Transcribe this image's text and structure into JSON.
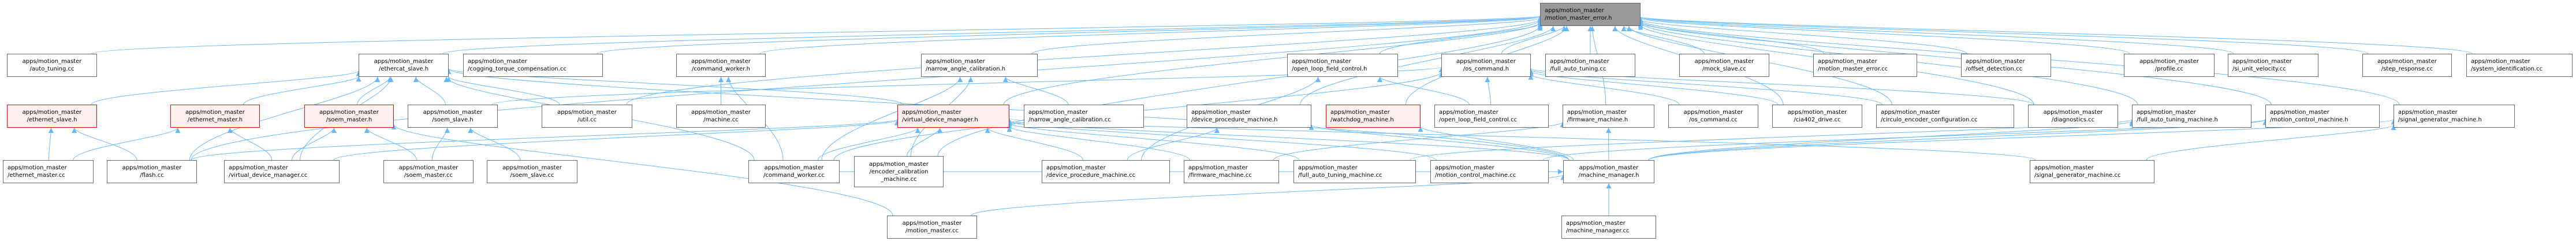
{
  "graph": {
    "title": "apps/motion_master/motion_master_error.h include dependency graph (included by)",
    "colors": {
      "edge": "#63b8ff",
      "node_border": "#666666",
      "node_fill": "#ffffff",
      "root_fill": "#999999",
      "truncated_border": "#ff0000",
      "truncated_fill": "#fff0f0"
    },
    "root": "motion_master_error_h",
    "nodes": [
      {
        "id": "motion_master_error_h",
        "lines": [
          "apps/motion_master",
          "/motion_master_error.h"
        ],
        "style": "root"
      },
      {
        "id": "auto_tuning_cc",
        "lines": [
          "apps/motion_master",
          "/auto_tuning.cc"
        ],
        "style": "normal"
      },
      {
        "id": "ethercat_slave_h",
        "lines": [
          "apps/motion_master",
          "/ethercat_slave.h"
        ],
        "style": "normal"
      },
      {
        "id": "cogging_torque_compensation_cc",
        "lines": [
          "apps/motion_master",
          "/cogging_torque_compensation.cc"
        ],
        "style": "normal"
      },
      {
        "id": "command_worker_h",
        "lines": [
          "apps/motion_master",
          "/command_worker.h"
        ],
        "style": "normal"
      },
      {
        "id": "narrow_angle_calibration_h",
        "lines": [
          "apps/motion_master",
          "/narrow_angle_calibration.h"
        ],
        "style": "normal"
      },
      {
        "id": "open_loop_field_control_h",
        "lines": [
          "apps/motion_master",
          "/open_loop_field_control.h"
        ],
        "style": "normal"
      },
      {
        "id": "os_command_h",
        "lines": [
          "apps/motion_master",
          "/os_command.h"
        ],
        "style": "normal"
      },
      {
        "id": "full_auto_tuning_cc",
        "lines": [
          "apps/motion_master",
          "/full_auto_tuning.cc"
        ],
        "style": "normal"
      },
      {
        "id": "mock_slave_cc",
        "lines": [
          "apps/motion_master",
          "/mock_slave.cc"
        ],
        "style": "normal"
      },
      {
        "id": "motion_master_error_cc",
        "lines": [
          "apps/motion_master",
          "/motion_master_error.cc"
        ],
        "style": "normal"
      },
      {
        "id": "offset_detection_cc",
        "lines": [
          "apps/motion_master",
          "/offset_detection.cc"
        ],
        "style": "normal"
      },
      {
        "id": "profile_cc",
        "lines": [
          "apps/motion_master",
          "/profile.cc"
        ],
        "style": "normal"
      },
      {
        "id": "si_unit_velocity_cc",
        "lines": [
          "apps/motion_master",
          "/si_unit_velocity.cc"
        ],
        "style": "normal"
      },
      {
        "id": "step_response_cc",
        "lines": [
          "apps/motion_master",
          "/step_response.cc"
        ],
        "style": "normal"
      },
      {
        "id": "system_identification_cc",
        "lines": [
          "apps/motion_master",
          "/system_identification.cc"
        ],
        "style": "normal"
      },
      {
        "id": "ethernet_slave_h",
        "lines": [
          "apps/motion_master",
          "/ethernet_slave.h"
        ],
        "style": "truncated"
      },
      {
        "id": "ethernet_master_h",
        "lines": [
          "apps/motion_master",
          "/ethernet_master.h"
        ],
        "style": "truncated"
      },
      {
        "id": "soem_master_h",
        "lines": [
          "apps/motion_master",
          "/soem_master.h"
        ],
        "style": "truncated"
      },
      {
        "id": "soem_slave_h",
        "lines": [
          "apps/motion_master",
          "/soem_slave.h"
        ],
        "style": "normal"
      },
      {
        "id": "util_cc",
        "lines": [
          "apps/motion_master",
          "/util.cc"
        ],
        "style": "normal"
      },
      {
        "id": "machine_cc",
        "lines": [
          "apps/motion_master",
          "/machine.cc"
        ],
        "style": "normal"
      },
      {
        "id": "virtual_device_manager_h",
        "lines": [
          "apps/motion_master",
          "/virtual_device_manager.h"
        ],
        "style": "truncated"
      },
      {
        "id": "narrow_angle_calibration_cc",
        "lines": [
          "apps/motion_master",
          "/narrow_angle_calibration.cc"
        ],
        "style": "normal"
      },
      {
        "id": "device_procedure_machine_h",
        "lines": [
          "apps/motion_master",
          "/device_procedure_machine.h"
        ],
        "style": "normal"
      },
      {
        "id": "watchdog_machine_h",
        "lines": [
          "apps/motion_master",
          "/watchdog_machine.h"
        ],
        "style": "truncated"
      },
      {
        "id": "open_loop_field_control_cc",
        "lines": [
          "apps/motion_master",
          "/open_loop_field_control.cc"
        ],
        "style": "normal"
      },
      {
        "id": "firmware_machine_h",
        "lines": [
          "apps/motion_master",
          "/firmware_machine.h"
        ],
        "style": "normal"
      },
      {
        "id": "os_command_cc",
        "lines": [
          "apps/motion_master",
          "/os_command.cc"
        ],
        "style": "normal"
      },
      {
        "id": "cia402_drive_cc",
        "lines": [
          "apps/motion_master",
          "/cia402_drive.cc"
        ],
        "style": "normal"
      },
      {
        "id": "circulo_encoder_configuration_cc",
        "lines": [
          "apps/motion_master",
          "/circulo_encoder_configuration.cc"
        ],
        "style": "normal"
      },
      {
        "id": "diagnostics_cc",
        "lines": [
          "apps/motion_master",
          "/diagnostics.cc"
        ],
        "style": "normal"
      },
      {
        "id": "full_auto_tuning_machine_h",
        "lines": [
          "apps/motion_master",
          "/full_auto_tuning_machine.h"
        ],
        "style": "normal"
      },
      {
        "id": "motion_control_machine_h",
        "lines": [
          "apps/motion_master",
          "/motion_control_machine.h"
        ],
        "style": "normal"
      },
      {
        "id": "signal_generator_machine_h",
        "lines": [
          "apps/motion_master",
          "/signal_generator_machine.h"
        ],
        "style": "normal"
      },
      {
        "id": "ethernet_master_cc",
        "lines": [
          "apps/motion_master",
          "/ethernet_master.cc"
        ],
        "style": "normal"
      },
      {
        "id": "flash_cc",
        "lines": [
          "apps/motion_master",
          "/flash.cc"
        ],
        "style": "normal"
      },
      {
        "id": "virtual_device_manager_cc",
        "lines": [
          "apps/motion_master",
          "/virtual_device_manager.cc"
        ],
        "style": "normal"
      },
      {
        "id": "soem_master_cc",
        "lines": [
          "apps/motion_master",
          "/soem_master.cc"
        ],
        "style": "normal"
      },
      {
        "id": "soem_slave_cc",
        "lines": [
          "apps/motion_master",
          "/soem_slave.cc"
        ],
        "style": "normal"
      },
      {
        "id": "command_worker_cc",
        "lines": [
          "apps/motion_master",
          "/command_worker.cc"
        ],
        "style": "normal"
      },
      {
        "id": "encoder_calibration_machine_cc",
        "lines": [
          "apps/motion_master",
          "/encoder_calibration",
          "_machine.cc"
        ],
        "style": "normal"
      },
      {
        "id": "device_procedure_machine_cc",
        "lines": [
          "apps/motion_master",
          "/device_procedure_machine.cc"
        ],
        "style": "normal"
      },
      {
        "id": "firmware_machine_cc",
        "lines": [
          "apps/motion_master",
          "/firmware_machine.cc"
        ],
        "style": "normal"
      },
      {
        "id": "full_auto_tuning_machine_cc",
        "lines": [
          "apps/motion_master",
          "/full_auto_tuning_machine.cc"
        ],
        "style": "normal"
      },
      {
        "id": "motion_control_machine_cc",
        "lines": [
          "apps/motion_master",
          "/motion_control_machine.cc"
        ],
        "style": "normal"
      },
      {
        "id": "machine_manager_h",
        "lines": [
          "apps/motion_master",
          "/machine_manager.h"
        ],
        "style": "normal"
      },
      {
        "id": "signal_generator_machine_cc",
        "lines": [
          "apps/motion_master",
          "/signal_generator_machine.cc"
        ],
        "style": "normal"
      },
      {
        "id": "motion_master_cc",
        "lines": [
          "apps/motion_master",
          "/motion_master.cc"
        ],
        "style": "normal"
      },
      {
        "id": "machine_manager_cc",
        "lines": [
          "apps/motion_master",
          "/machine_manager.cc"
        ],
        "style": "normal"
      }
    ],
    "edges": [
      [
        "auto_tuning_cc",
        "motion_master_error_h"
      ],
      [
        "ethercat_slave_h",
        "motion_master_error_h"
      ],
      [
        "cogging_torque_compensation_cc",
        "motion_master_error_h"
      ],
      [
        "command_worker_h",
        "motion_master_error_h"
      ],
      [
        "narrow_angle_calibration_h",
        "motion_master_error_h"
      ],
      [
        "open_loop_field_control_h",
        "motion_master_error_h"
      ],
      [
        "os_command_h",
        "motion_master_error_h"
      ],
      [
        "full_auto_tuning_cc",
        "motion_master_error_h"
      ],
      [
        "mock_slave_cc",
        "motion_master_error_h"
      ],
      [
        "motion_master_error_cc",
        "motion_master_error_h"
      ],
      [
        "offset_detection_cc",
        "motion_master_error_h"
      ],
      [
        "profile_cc",
        "motion_master_error_h"
      ],
      [
        "si_unit_velocity_cc",
        "motion_master_error_h"
      ],
      [
        "step_response_cc",
        "motion_master_error_h"
      ],
      [
        "system_identification_cc",
        "motion_master_error_h"
      ],
      [
        "flash_cc",
        "motion_master_error_h"
      ],
      [
        "util_cc",
        "motion_master_error_h"
      ],
      [
        "virtual_device_manager_h",
        "motion_master_error_h"
      ],
      [
        "device_procedure_machine_h",
        "motion_master_error_h"
      ],
      [
        "watchdog_machine_h",
        "motion_master_error_h"
      ],
      [
        "firmware_machine_h",
        "motion_master_error_h"
      ],
      [
        "cia402_drive_cc",
        "motion_master_error_h"
      ],
      [
        "circulo_encoder_configuration_cc",
        "motion_master_error_h"
      ],
      [
        "diagnostics_cc",
        "motion_master_error_h"
      ],
      [
        "full_auto_tuning_machine_h",
        "motion_master_error_h"
      ],
      [
        "motion_control_machine_h",
        "motion_master_error_h"
      ],
      [
        "signal_generator_machine_h",
        "motion_master_error_h"
      ],
      [
        "encoder_calibration_machine_cc",
        "motion_master_error_h"
      ],
      [
        "ethernet_slave_h",
        "ethercat_slave_h"
      ],
      [
        "ethernet_master_h",
        "ethercat_slave_h"
      ],
      [
        "soem_master_h",
        "ethercat_slave_h"
      ],
      [
        "soem_slave_h",
        "ethercat_slave_h"
      ],
      [
        "util_cc",
        "ethercat_slave_h"
      ],
      [
        "virtual_device_manager_h",
        "ethercat_slave_h"
      ],
      [
        "flash_cc",
        "ethercat_slave_h"
      ],
      [
        "virtual_device_manager_cc",
        "ethercat_slave_h"
      ],
      [
        "command_worker_cc",
        "ethercat_slave_h"
      ],
      [
        "machine_manager_h",
        "ethercat_slave_h"
      ],
      [
        "ethernet_master_cc",
        "ethernet_slave_h"
      ],
      [
        "flash_cc",
        "ethernet_slave_h"
      ],
      [
        "ethernet_master_cc",
        "ethernet_master_h"
      ],
      [
        "virtual_device_manager_cc",
        "ethernet_master_h"
      ],
      [
        "virtual_device_manager_cc",
        "soem_master_h"
      ],
      [
        "soem_master_cc",
        "soem_master_h"
      ],
      [
        "motion_master_cc",
        "soem_master_h"
      ],
      [
        "soem_master_cc",
        "soem_slave_h"
      ],
      [
        "soem_slave_cc",
        "soem_slave_h"
      ],
      [
        "soem_slave_h",
        "os_command_h"
      ],
      [
        "machine_cc",
        "command_worker_h"
      ],
      [
        "command_worker_cc",
        "command_worker_h"
      ],
      [
        "command_worker_cc",
        "narrow_angle_calibration_h"
      ],
      [
        "encoder_calibration_machine_cc",
        "narrow_angle_calibration_h"
      ],
      [
        "narrow_angle_calibration_cc",
        "narrow_angle_calibration_h"
      ],
      [
        "command_worker_cc",
        "virtual_device_manager_h"
      ],
      [
        "encoder_calibration_machine_cc",
        "virtual_device_manager_h"
      ],
      [
        "device_procedure_machine_cc",
        "virtual_device_manager_h"
      ],
      [
        "flash_cc",
        "virtual_device_manager_h"
      ],
      [
        "virtual_device_manager_cc",
        "virtual_device_manager_h"
      ],
      [
        "firmware_machine_cc",
        "virtual_device_manager_h"
      ],
      [
        "full_auto_tuning_machine_cc",
        "virtual_device_manager_h"
      ],
      [
        "machine_manager_h",
        "virtual_device_manager_h"
      ],
      [
        "motion_control_machine_cc",
        "virtual_device_manager_h"
      ],
      [
        "signal_generator_machine_cc",
        "virtual_device_manager_h"
      ],
      [
        "device_procedure_machine_cc",
        "open_loop_field_control_h"
      ],
      [
        "open_loop_field_control_cc",
        "open_loop_field_control_h"
      ],
      [
        "device_procedure_machine_cc",
        "device_procedure_machine_h"
      ],
      [
        "machine_manager_h",
        "device_procedure_machine_h"
      ],
      [
        "machine_manager_h",
        "watchdog_machine_h"
      ],
      [
        "open_loop_field_control_cc",
        "os_command_h"
      ],
      [
        "command_worker_cc",
        "os_command_h"
      ],
      [
        "os_command_cc",
        "os_command_h"
      ],
      [
        "cia402_drive_cc",
        "os_command_h"
      ],
      [
        "circulo_encoder_configuration_cc",
        "os_command_h"
      ],
      [
        "diagnostics_cc",
        "os_command_h"
      ],
      [
        "firmware_machine_cc",
        "firmware_machine_h"
      ],
      [
        "machine_manager_h",
        "firmware_machine_h"
      ],
      [
        "full_auto_tuning_machine_cc",
        "full_auto_tuning_machine_h"
      ],
      [
        "machine_manager_h",
        "full_auto_tuning_machine_h"
      ],
      [
        "motion_control_machine_cc",
        "motion_control_machine_h"
      ],
      [
        "machine_manager_h",
        "motion_control_machine_h"
      ],
      [
        "signal_generator_machine_cc",
        "signal_generator_machine_h"
      ],
      [
        "machine_manager_h",
        "signal_generator_machine_h"
      ],
      [
        "machine_manager_cc",
        "machine_manager_h"
      ],
      [
        "command_worker_cc",
        "machine_manager_h"
      ],
      [
        "motion_master_cc",
        "machine_manager_h"
      ]
    ]
  }
}
